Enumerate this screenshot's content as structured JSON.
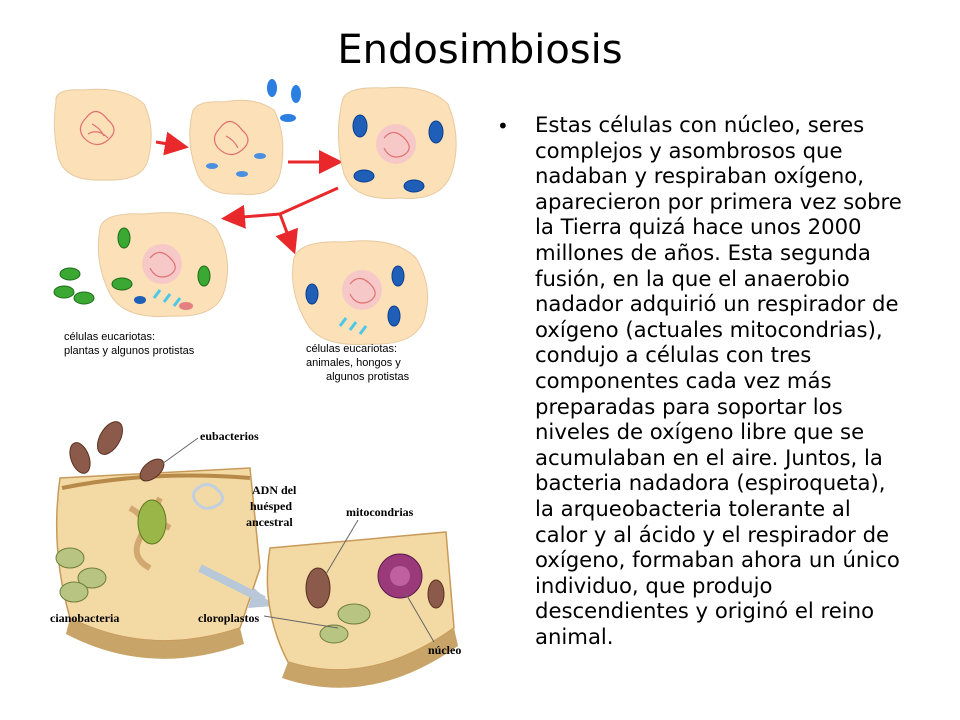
{
  "title": "Endosimbiosis",
  "paragraph": "Estas células con núcleo, seres complejos y asombrosos que nadaban y respiraban oxígeno, aparecieron por primera vez sobre la Tierra quizá hace unos 2000 millones de años. Esta segunda fusión, en la que el anaerobio nadador adquirió un respirador de oxígeno (actuales mitocondrias), condujo a células con tres componentes cada vez más preparadas para soportar los niveles de oxígeno libre que se acumulaban en el aire. Juntos, la bacteria nadadora (espiroqueta), la arqueobacteria tolerante al calor y al ácido y el respirador de oxígeno, formaban ahora un único individuo, que produjo descendientes y originó el reino animal.",
  "top_figure": {
    "plant_label": [
      "células eucariotas:",
      "plantas y algunos protistas"
    ],
    "animal_label": [
      "células eucariotas:",
      "animales, hongos y",
      "algunos protistas"
    ],
    "colors": {
      "cell": "#fbe0b8",
      "cell_edge": "#e8c9a0",
      "arrow": "#e8282a",
      "mito": "#1f5fb8",
      "chloro": "#3aa832",
      "nucleus": "#f7c8c8"
    }
  },
  "bottom_figure": {
    "labels": {
      "eubacterios": "eubacterios",
      "adn": [
        "ADN del",
        "huésped",
        "ancestral"
      ],
      "mitocondrias": "mitocondrias",
      "cianobacteria": "cianobacteria",
      "cloroplastos": "cloroplastos",
      "nucleo": "núcleo"
    }
  }
}
